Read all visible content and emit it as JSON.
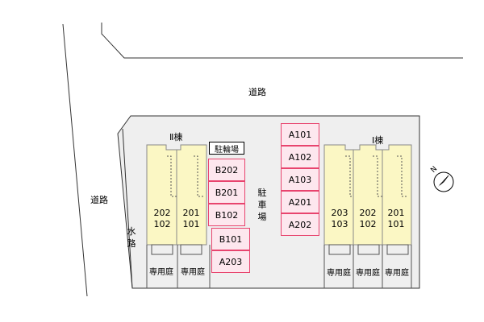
{
  "map": {
    "roads": {
      "top": "道路",
      "left": "道路",
      "waterway": "水路"
    },
    "buildings": {
      "building_2": {
        "name": "Ⅱ棟",
        "units": [
          {
            "upper": "202",
            "lower": "102"
          },
          {
            "upper": "201",
            "lower": "101"
          }
        ]
      },
      "building_1": {
        "name": "Ⅰ棟",
        "units": [
          {
            "upper": "203",
            "lower": "103"
          },
          {
            "upper": "202",
            "lower": "102"
          },
          {
            "upper": "201",
            "lower": "101"
          }
        ]
      }
    },
    "bicycle_parking": "駐輪場",
    "parking_lot": "駐車場",
    "parking_slots_b": [
      "B202",
      "B201",
      "B102"
    ],
    "parking_slots_b_lower": [
      "B101",
      "A203"
    ],
    "parking_slots_a": [
      "A101",
      "A102",
      "A103",
      "A201",
      "A202"
    ],
    "private_garden": "専用庭",
    "compass": "N",
    "colors": {
      "parking_fill": "#fde7ee",
      "parking_border": "#e8446e",
      "building_fill": "#fbf7c4",
      "site_fill": "#efefef"
    }
  }
}
